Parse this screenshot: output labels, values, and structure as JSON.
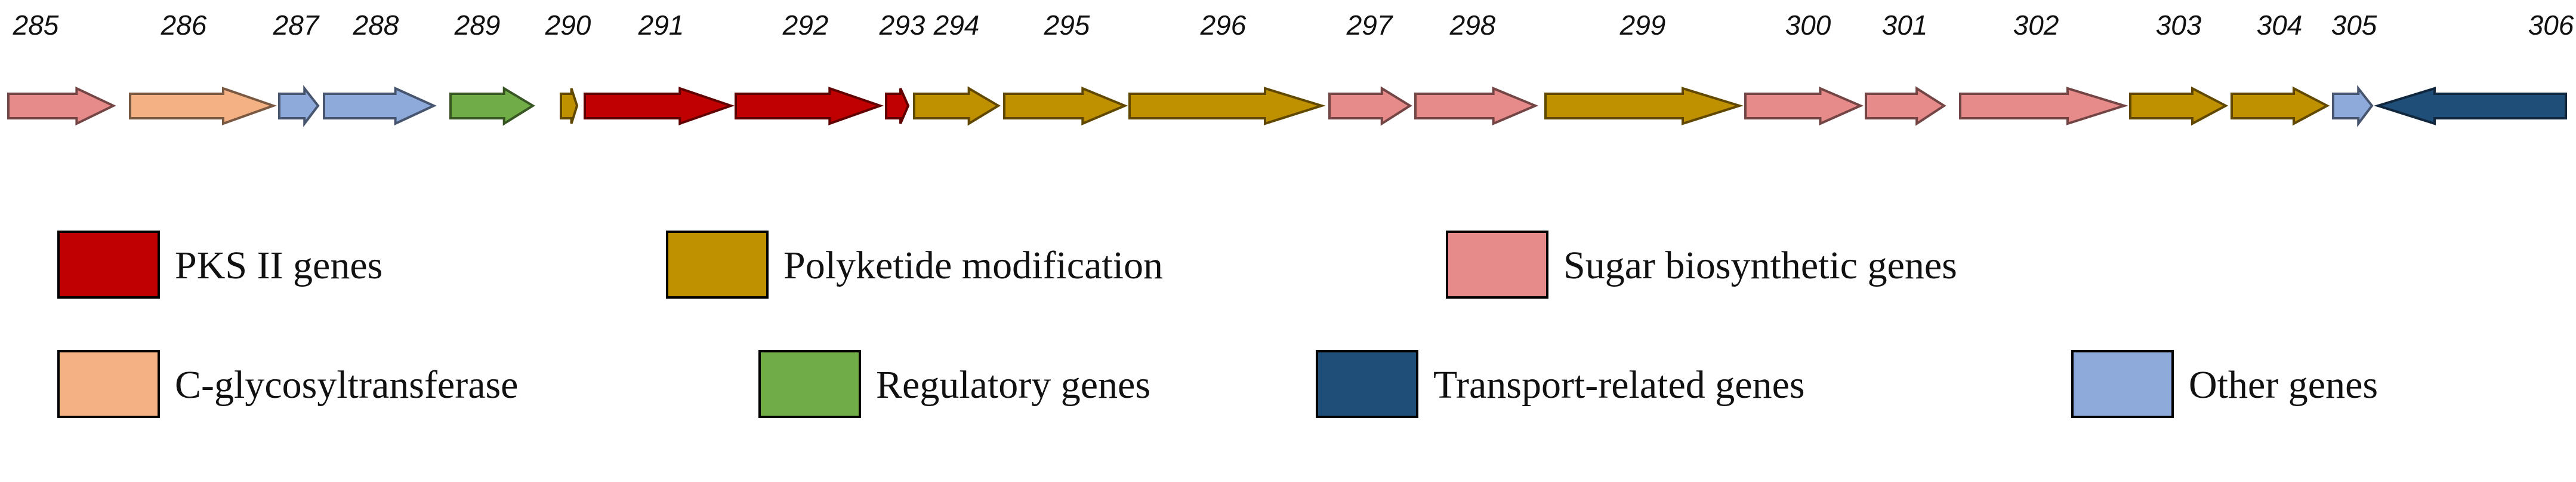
{
  "categories": {
    "pks": {
      "label": "PKS II genes",
      "color": "#c00000"
    },
    "polyketide": {
      "label": "Polyketide modification",
      "color": "#bf9000"
    },
    "sugar": {
      "label": "Sugar biosynthetic genes",
      "color": "#e68a8a"
    },
    "cglyco": {
      "label": "C-glycosyltransferase",
      "color": "#f4b183"
    },
    "regulatory": {
      "label": "Regulatory genes",
      "color": "#70ad47"
    },
    "transport": {
      "label": "Transport-related genes",
      "color": "#1f4e79"
    },
    "other": {
      "label": "Other genes",
      "color": "#8eaadb"
    }
  },
  "genes": [
    {
      "label": "285",
      "category": "sugar",
      "direction": "right"
    },
    {
      "label": "286",
      "category": "cglyco",
      "direction": "right"
    },
    {
      "label": "287",
      "category": "other",
      "direction": "right"
    },
    {
      "label": "288",
      "category": "other",
      "direction": "right"
    },
    {
      "label": "289",
      "category": "regulatory",
      "direction": "right"
    },
    {
      "label": "290",
      "category": "polyketide",
      "direction": "right"
    },
    {
      "label": "291",
      "category": "pks",
      "direction": "right"
    },
    {
      "label": "292",
      "category": "pks",
      "direction": "right"
    },
    {
      "label": "293",
      "category": "pks",
      "direction": "right"
    },
    {
      "label": "294",
      "category": "polyketide",
      "direction": "right"
    },
    {
      "label": "295",
      "category": "polyketide",
      "direction": "right"
    },
    {
      "label": "296",
      "category": "polyketide",
      "direction": "right"
    },
    {
      "label": "297",
      "category": "sugar",
      "direction": "right"
    },
    {
      "label": "298",
      "category": "sugar",
      "direction": "right"
    },
    {
      "label": "299",
      "category": "polyketide",
      "direction": "right"
    },
    {
      "label": "300",
      "category": "sugar",
      "direction": "right"
    },
    {
      "label": "301",
      "category": "sugar",
      "direction": "right"
    },
    {
      "label": "302",
      "category": "sugar",
      "direction": "right"
    },
    {
      "label": "303",
      "category": "polyketide",
      "direction": "right"
    },
    {
      "label": "304",
      "category": "polyketide",
      "direction": "right"
    },
    {
      "label": "305",
      "category": "other",
      "direction": "right"
    },
    {
      "label": "306",
      "category": "transport",
      "direction": "left"
    }
  ],
  "legend_order": [
    "pks",
    "polyketide",
    "sugar",
    "cglyco",
    "regulatory",
    "transport",
    "other"
  ]
}
